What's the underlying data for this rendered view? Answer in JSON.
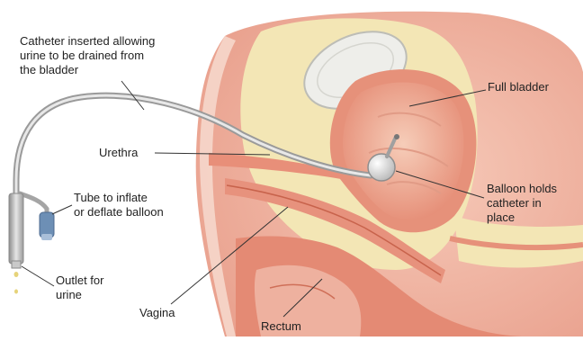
{
  "labels": {
    "catheter": [
      "Catheter inserted allowing",
      "urine to be drained from",
      "the bladder"
    ],
    "full_bladder": "Full bladder",
    "urethra": "Urethra",
    "balloon_holds": [
      "Balloon holds",
      "catheter in",
      "place"
    ],
    "tube_inflate": [
      "Tube to inflate",
      "or deflate balloon"
    ],
    "outlet": [
      "Outlet for",
      "urine"
    ],
    "vagina": "Vagina",
    "rectum": "Rectum"
  },
  "colors": {
    "skin_pink": "#f0b7a6",
    "tissue_pink": "#e9a08d",
    "bladder_wall": "#e6917a",
    "bladder_inner": "#f3c1ae",
    "fat_yellow": "#f3e6b5",
    "catheter_gray": "#b8b8b8",
    "balloon_blue": "#6d8fb5",
    "label_text": "#222222"
  }
}
